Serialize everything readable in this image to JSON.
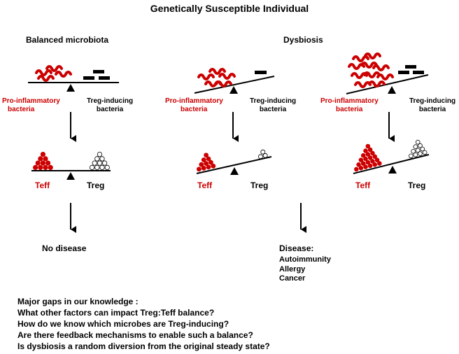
{
  "title": "Genetically Susceptible Individual",
  "columns": [
    {
      "header": "Balanced microbiota",
      "pro_label": [
        "Pro-inflammatory",
        "bacteria"
      ],
      "treg_label": [
        "Treg-inducing",
        "bacteria"
      ],
      "teff_label": "Teff",
      "treg_cell_label": "Treg",
      "balance": "level"
    },
    {
      "header": "Dysbiosis",
      "pro_label": [
        "Pro-inflammatory",
        "bacteria"
      ],
      "treg_label": [
        "Treg-inducing",
        "bacteria"
      ],
      "teff_label": "Teff",
      "treg_cell_label": "Treg",
      "balance": "tilted"
    },
    {
      "header": "",
      "pro_label": [
        "Pro-inflammatory",
        "bacteria"
      ],
      "treg_label": [
        "Treg-inducing",
        "bacteria"
      ],
      "teff_label": "Teff",
      "treg_cell_label": "Treg",
      "balance": "tilted more"
    }
  ],
  "outcomes": {
    "no_disease": "No disease",
    "disease": {
      "title": "Disease:",
      "items": [
        "Autoimmunity",
        "Allergy",
        "Cancer"
      ]
    }
  },
  "gaps": {
    "heading": "Major gaps in our knowledge :",
    "questions": [
      "What other factors can impact Treg:Teff balance?",
      "How do we know which microbes are Treg-inducing?",
      "Are there feedback mechanisms to enable such a balance?",
      "Is dysbiosis a random diversion from the original steady state?"
    ]
  },
  "colors": {
    "pro_inflammatory": "#cc0000",
    "treg": "#000000",
    "background": "#ffffff"
  }
}
